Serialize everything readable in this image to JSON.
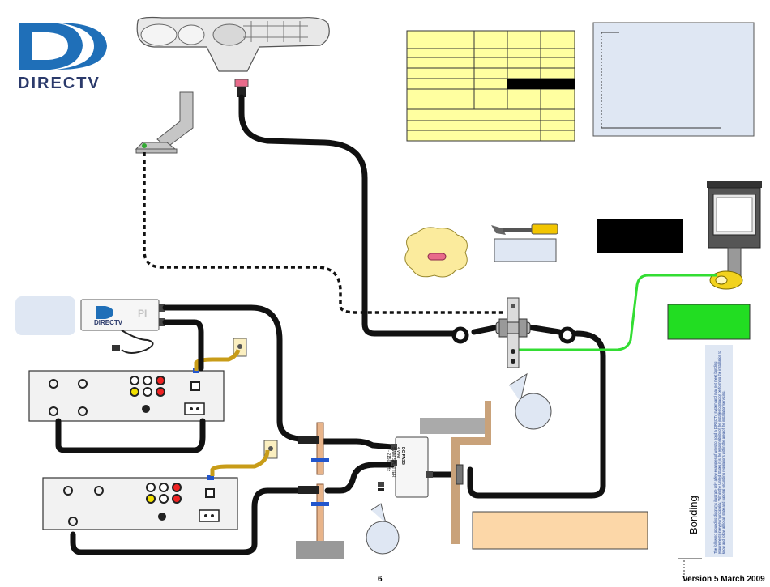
{
  "logo": {
    "brand_text": "DIRECTV"
  },
  "devices": {
    "power_inserter": {
      "brand_text": "DIRECTV",
      "model_label": "PI"
    },
    "splitter": {
      "line1": "DC PASS",
      "line2": "4 WAY",
      "line3": "SWM SPLITTER",
      "line4": "2 - 2150 MHz"
    }
  },
  "bonding": {
    "title": "Bonding",
    "body": "The following grounding diagrams illustrate only a few examples of ways to bond a DIRECTV system and may not meet bonding requirements in every municipality. Within the United States it is the responsibility of the installer/contractor performing the installation to know and follow all local, state and national grounding regulations within the area of the installation/servicing."
  },
  "footer": {
    "page": "6",
    "version": "Version 5 March 2009"
  },
  "colors": {
    "cable": "#111111",
    "ground_wire": "#33dd33",
    "ground_label_box": "#22dd22",
    "table_fill": "#ffffa0",
    "note_box": "#fcd7a8",
    "info_box": "#dfe7f3",
    "bond_block": "#c9a27a"
  }
}
